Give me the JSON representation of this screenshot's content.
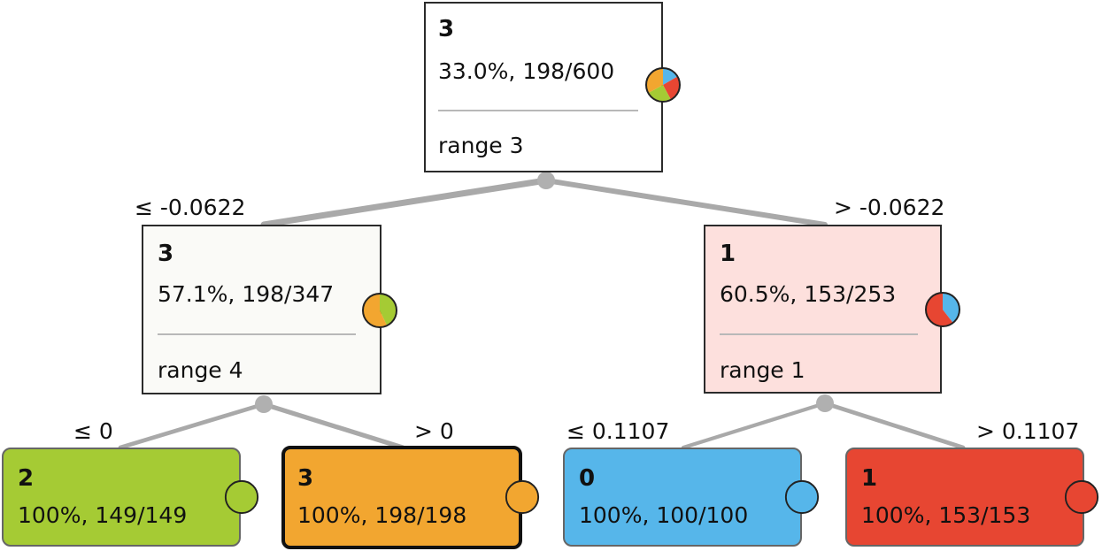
{
  "colors": {
    "class_0": "#56b6ea",
    "class_1": "#e74632",
    "class_2": "#a5cb34",
    "class_3": "#f2a630",
    "root_bg": "#ffffff",
    "left_bg": "#fafaf7",
    "right_bg": "#fde0dd",
    "edge": "#a9a9a9",
    "junction": "#b0b0b0"
  },
  "tree": {
    "root": {
      "class": "3",
      "stats": "33.0%, 198/600",
      "split": "range 3",
      "pie_icon": "class-distribution-pie",
      "distribution": {
        "0": 100,
        "1": 153,
        "2": 149,
        "3": 198
      }
    },
    "left": {
      "edge_label": "≤ -0.0622",
      "class": "3",
      "stats": "57.1%, 198/347",
      "split": "range 4",
      "pie_icon": "class-distribution-pie",
      "distribution": {
        "2": 149,
        "3": 198
      }
    },
    "right": {
      "edge_label": "> -0.0622",
      "class": "1",
      "stats": "60.5%, 153/253",
      "split": "range 1",
      "pie_icon": "class-distribution-pie",
      "distribution": {
        "0": 100,
        "1": 153
      }
    },
    "leaves": [
      {
        "edge_label": "≤ 0",
        "class": "2",
        "stats": "100%, 149/149",
        "selected": false
      },
      {
        "edge_label": "> 0",
        "class": "3",
        "stats": "100%, 198/198",
        "selected": true
      },
      {
        "edge_label": "≤ 0.1107",
        "class": "0",
        "stats": "100%, 100/100",
        "selected": false
      },
      {
        "edge_label": "> 0.1107",
        "class": "1",
        "stats": "100%, 153/153",
        "selected": false
      }
    ]
  }
}
